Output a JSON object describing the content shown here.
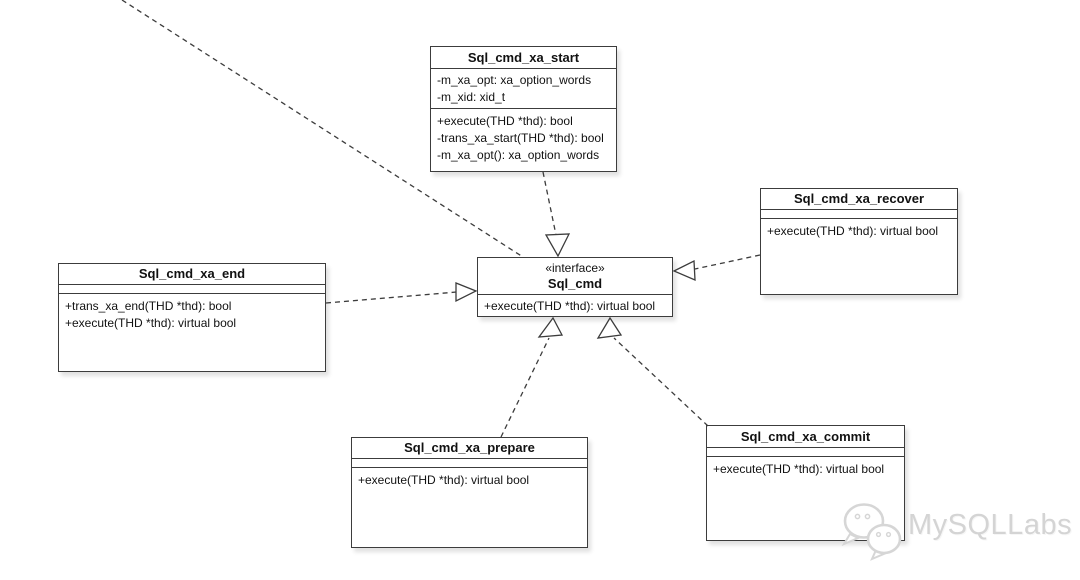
{
  "classes": {
    "xa_start": {
      "name": "Sql_cmd_xa_start",
      "attributes": [
        "-m_xa_opt: xa_option_words",
        "-m_xid: xid_t"
      ],
      "methods": [
        "+execute(THD *thd): bool",
        "-trans_xa_start(THD *thd): bool",
        "-m_xa_opt(): xa_option_words"
      ]
    },
    "xa_recover": {
      "name": "Sql_cmd_xa_recover",
      "attributes": [],
      "methods": [
        "+execute(THD *thd): virtual bool"
      ]
    },
    "xa_end": {
      "name": "Sql_cmd_xa_end",
      "attributes": [],
      "methods": [
        "+trans_xa_end(THD *thd): bool",
        "+execute(THD *thd): virtual bool"
      ]
    },
    "sql_cmd": {
      "stereotype": "«interface»",
      "name": "Sql_cmd",
      "attributes": [],
      "methods": [
        "+execute(THD *thd): virtual bool"
      ]
    },
    "xa_prepare": {
      "name": "Sql_cmd_xa_prepare",
      "attributes": [],
      "methods": [
        "+execute(THD *thd): virtual bool"
      ]
    },
    "xa_commit": {
      "name": "Sql_cmd_xa_commit",
      "attributes": [],
      "methods": [
        "+execute(THD *thd): virtual bool"
      ]
    }
  },
  "edges": [
    {
      "source": "off-canvas-top-left",
      "target": "Sql_cmd",
      "type": "dashed-line"
    },
    {
      "source": "Sql_cmd_xa_start",
      "target": "Sql_cmd",
      "type": "realization"
    },
    {
      "source": "Sql_cmd_xa_end",
      "target": "Sql_cmd",
      "type": "realization"
    },
    {
      "source": "Sql_cmd_xa_recover",
      "target": "Sql_cmd",
      "type": "realization"
    },
    {
      "source": "Sql_cmd_xa_prepare",
      "target": "Sql_cmd",
      "type": "realization"
    },
    {
      "source": "Sql_cmd_xa_commit",
      "target": "Sql_cmd",
      "type": "realization"
    }
  ],
  "watermark": {
    "label": "MySQLLabs",
    "icon": "wechat-icon"
  },
  "colors": {
    "box_border": "#3c3c3c",
    "box_fill": "#ffffff",
    "edge": "#3c3c3c",
    "text": "#111111",
    "watermark": "#d4d4d4"
  }
}
